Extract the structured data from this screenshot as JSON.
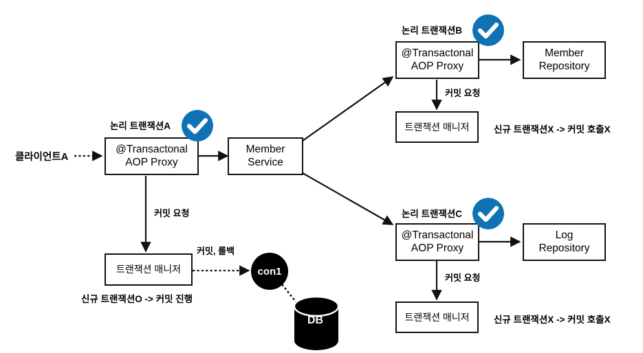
{
  "diagram": {
    "title": "Spring Transaction Propagation - REQUIRED",
    "background": "#ffffff",
    "accent_blue": "#0e72b5",
    "line_color": "#111111"
  },
  "actors": {
    "client": "클라이언트A"
  },
  "captions": {
    "logical_tx_a": "논리 트랜잭션A",
    "logical_tx_b": "논리 트랜잭션B",
    "logical_tx_c": "논리 트랜잭션C"
  },
  "nodes": {
    "proxy_a": "@Transactonal\nAOP Proxy",
    "proxy_b": "@Transactonal\nAOP Proxy",
    "proxy_c": "@Transactonal\nAOP Proxy",
    "member_service": "Member\nService",
    "member_repository": "Member\nRepository",
    "log_repository": "Log\nRepository",
    "tx_manager_a": "트랜잭션 매니저",
    "tx_manager_b": "트랜잭션 매니저",
    "tx_manager_c": "트랜잭션 매니저",
    "connection": "con1",
    "database": "DB"
  },
  "edge_labels": {
    "commit_request_a": "커밋 요청",
    "commit_request_b": "커밋 요청",
    "commit_request_c": "커밋 요청",
    "commit_rollback": "커밋, 롤백"
  },
  "notes": {
    "note_a": "신규 트랜잭션O -> 커밋 진행",
    "note_b": "신규 트랜잭션X -> 커밋 호출X",
    "note_c": "신규 트랜잭션X -> 커밋 호출X"
  },
  "icons": {
    "check_a": "check-circle-icon",
    "check_b": "check-circle-icon",
    "check_c": "check-circle-icon"
  }
}
